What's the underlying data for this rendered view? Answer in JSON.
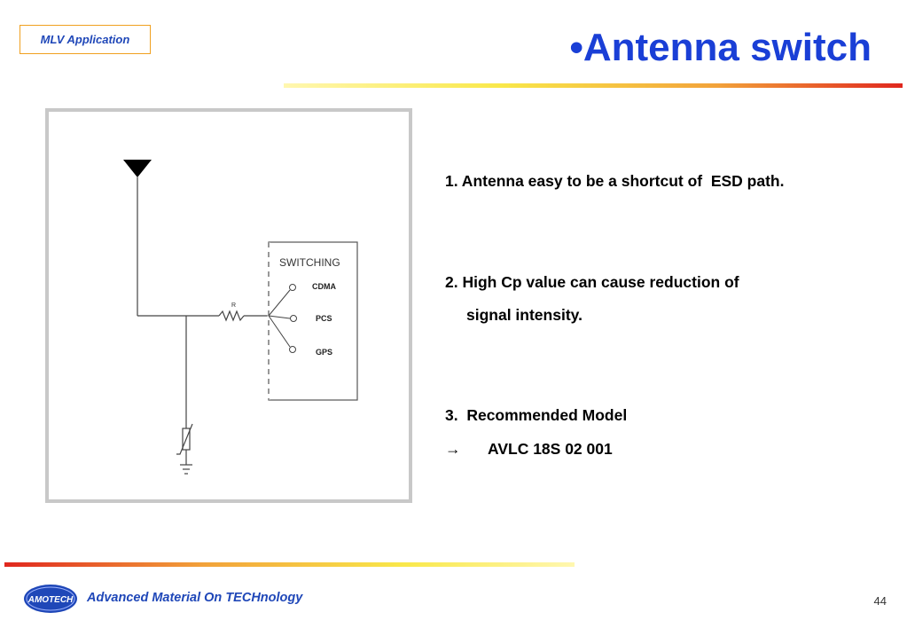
{
  "header": {
    "tag_label": "MLV Application",
    "title": "•Antenna switch"
  },
  "diagram": {
    "switch_label": "SWITCHING",
    "resistor_label": "R",
    "ports": [
      "CDMA",
      "PCS",
      "GPS"
    ]
  },
  "bullets": {
    "item1": "1. Antenna easy to be a shortcut of  ESD path.",
    "item2_line1": "2. High Cp value can cause reduction of",
    "item2_line2": "signal intensity.",
    "item3": "3.  Recommended Model",
    "item4_arrow": "→",
    "item4_text": "AVLC 18S 02 001"
  },
  "footer": {
    "logo_text": "AMOTECH",
    "tagline": "Advanced Material On TECHnology",
    "page_number": "44"
  },
  "colors": {
    "accent_blue": "#1a3fd6",
    "tag_border": "#f0a020"
  }
}
